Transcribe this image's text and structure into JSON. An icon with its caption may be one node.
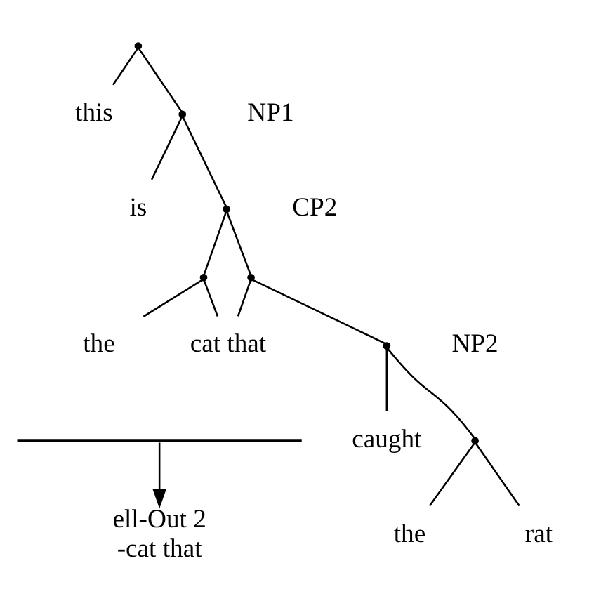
{
  "diagram": {
    "nodes": [
      {
        "text": [],
        "shape": "point"
      },
      {
        "text": [
          "this"
        ]
      },
      {
        "text": [],
        "shape": "point"
      },
      {
        "text": [
          "is"
        ]
      },
      {
        "text": [],
        "shape": "point"
      },
      {
        "text": [],
        "shape": "point"
      },
      {
        "text": [],
        "shape": "point"
      },
      {
        "text": [
          "the"
        ]
      },
      {
        "text": [
          "cat that"
        ]
      },
      {
        "text": [],
        "shape": "point"
      },
      {
        "text": [
          "caught"
        ]
      },
      {
        "text": [],
        "shape": "point"
      },
      {
        "text": [
          "the"
        ]
      },
      {
        "text": [
          "rat"
        ]
      },
      {
        "text": [],
        "shape": "bar"
      },
      {
        "text": [
          "ell-Out 2",
          "-cat that"
        ]
      }
    ],
    "edges": [
      {
        "from": 0,
        "to": 1,
        "arrow": "none"
      },
      {
        "from": 0,
        "to": 2,
        "arrow": "none"
      },
      {
        "from": 2,
        "to": 3,
        "arrow": "none"
      },
      {
        "from": 2,
        "to": 4,
        "arrow": "none"
      },
      {
        "from": 4,
        "to": 5,
        "arrow": "none"
      },
      {
        "from": 4,
        "to": 6,
        "arrow": "none"
      },
      {
        "from": 5,
        "to": 7,
        "arrow": "none"
      },
      {
        "from": 5,
        "to": 8,
        "arrow": "none"
      },
      {
        "from": 6,
        "to": 8,
        "arrow": "none"
      },
      {
        "from": 6,
        "to": 9,
        "arrow": "none"
      },
      {
        "from": 9,
        "to": 10,
        "arrow": "none"
      },
      {
        "from": 9,
        "to": 11,
        "arrow": "none"
      },
      {
        "from": 11,
        "to": 12,
        "arrow": "none"
      },
      {
        "from": 11,
        "to": 13,
        "arrow": "none"
      },
      {
        "from": 14,
        "to": 15,
        "arrow": "to"
      }
    ],
    "labels": [
      "NP1",
      "CP2",
      "NP2"
    ]
  }
}
